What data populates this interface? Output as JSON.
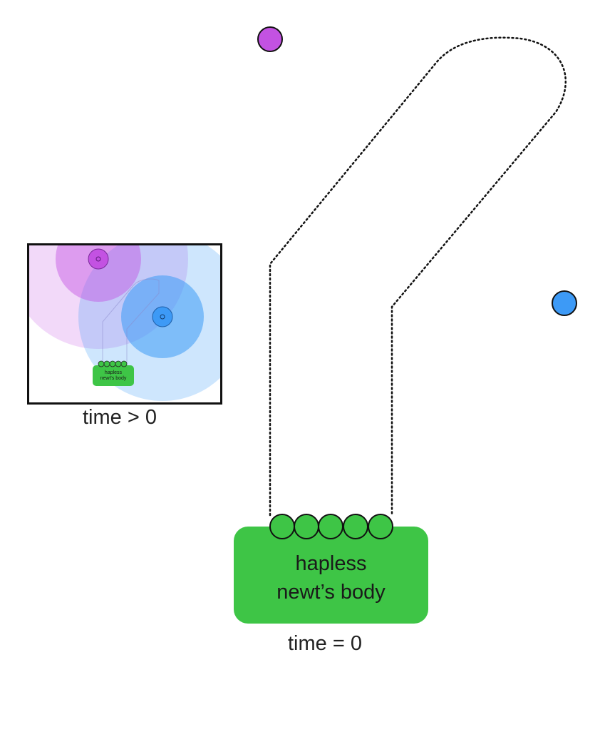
{
  "main_diagram": {
    "body_label_line1": "hapless",
    "body_label_line2": "newt’s body",
    "caption": "time = 0",
    "body_color": "#3ec546",
    "magenta_dot_color": "#c352e2",
    "blue_dot_color": "#3d9af6"
  },
  "inset_diagram": {
    "caption": "time > 0",
    "body_label_line1": "hapless",
    "body_label_line2": "newt's body"
  }
}
